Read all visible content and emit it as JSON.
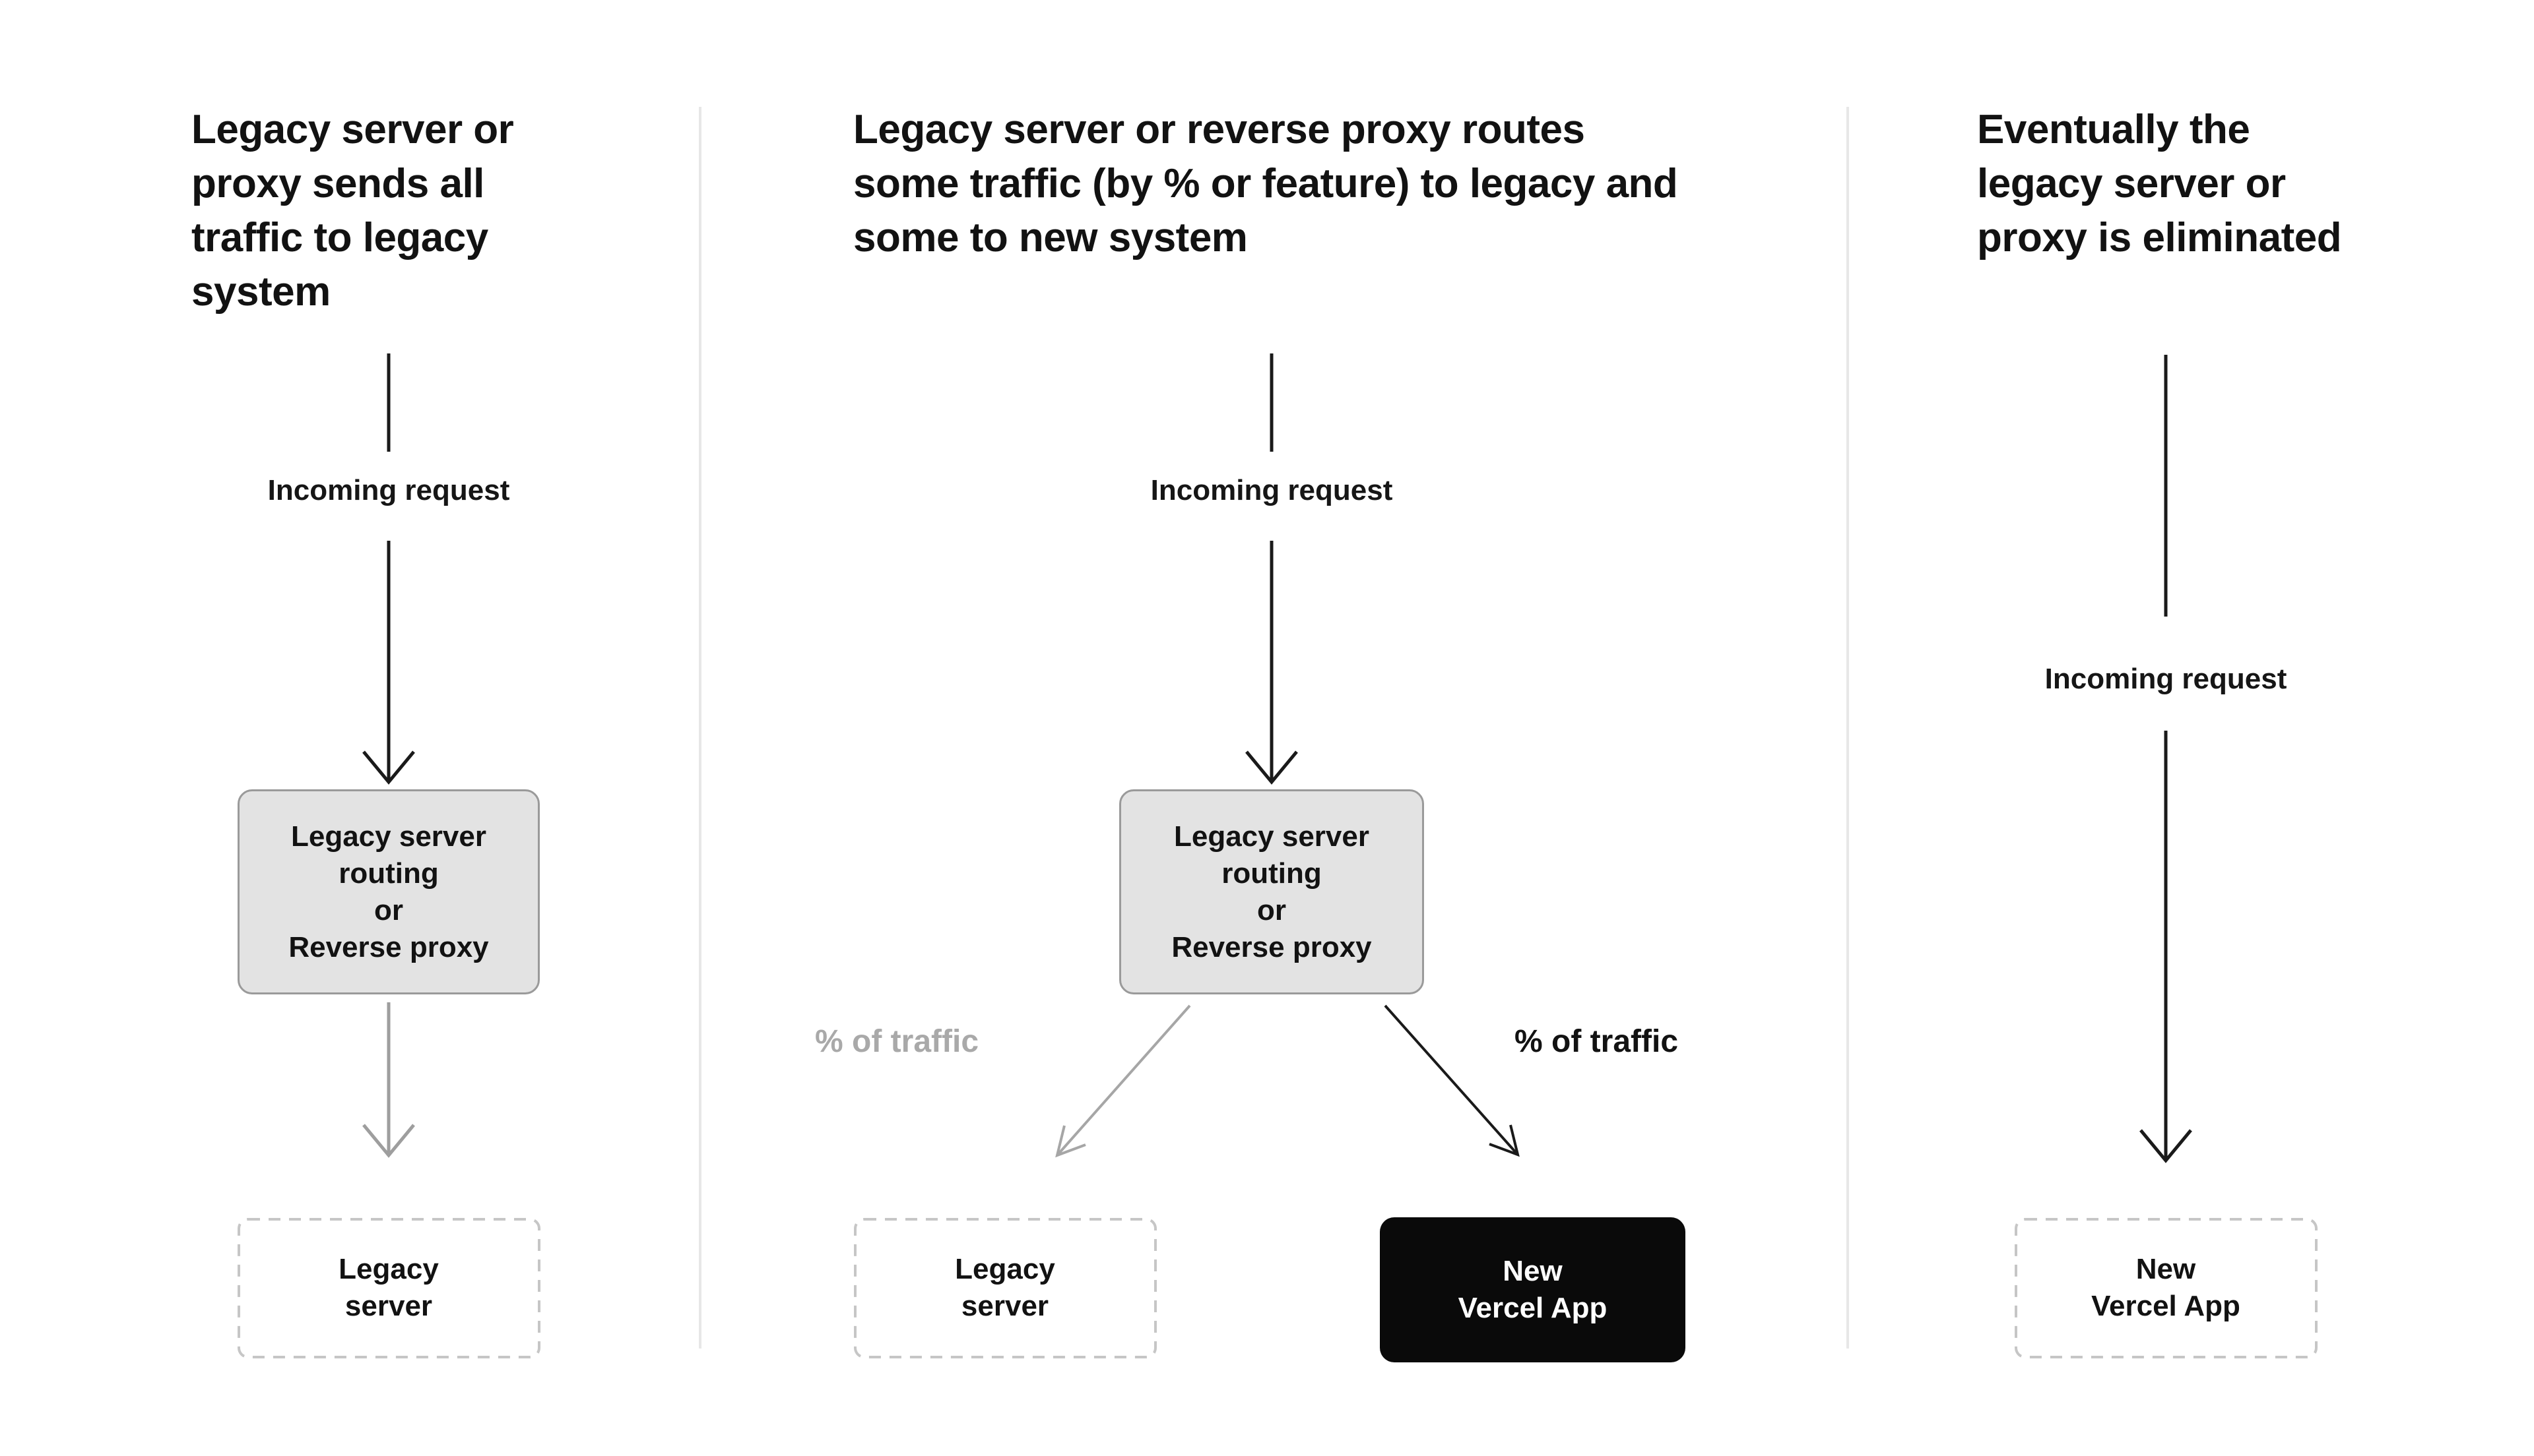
{
  "diagram": {
    "step1": {
      "title": "Legacy server or\nproxy sends all\ntraffic to legacy\nsystem",
      "incoming_label": "Incoming request",
      "router_box_label": "Legacy server\nrouting\nor\nReverse proxy",
      "legacy_box_label": "Legacy\nserver"
    },
    "step2": {
      "title": "Legacy server or reverse proxy routes\nsome traffic (by % or feature) to legacy and\nsome to new system",
      "incoming_label": "Incoming request",
      "router_box_label": "Legacy server\nrouting\nor\nReverse proxy",
      "traffic_left_label": "% of traffic",
      "traffic_right_label": "% of traffic",
      "legacy_box_label": "Legacy\nserver",
      "vercel_box_label": "New\nVercel App"
    },
    "step3": {
      "title": "Eventually the\nlegacy server or\nproxy is eliminated",
      "incoming_label": "Incoming request",
      "vercel_box_label": "New\nVercel App"
    },
    "colors": {
      "text": "#121212",
      "divider": "#e7e7e7",
      "router_box_fill": "#e3e3e3",
      "router_box_border": "#9a9a9a",
      "dashed_border": "#c6c6c6",
      "muted_gray": "#a6a6a6",
      "arrow_black": "#1a1a1a",
      "black_box_fill": "#0a0a0a",
      "black_box_text": "#ffffff"
    }
  }
}
